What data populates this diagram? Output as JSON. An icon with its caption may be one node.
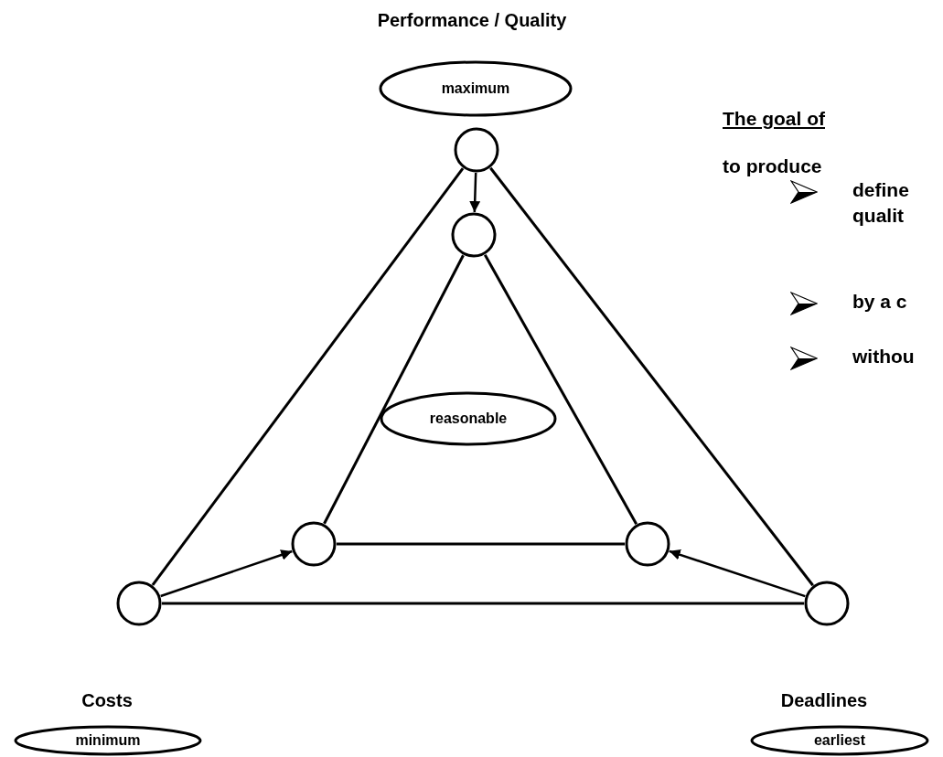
{
  "diagram": {
    "nodes": [
      {
        "text": [
          "maximum"
        ],
        "beside": [
          "Performance / Quality"
        ]
      },
      {
        "text": [],
        "shape": "circle"
      },
      {
        "text": [],
        "shape": "circle"
      },
      {
        "text": [
          "reasonable"
        ]
      },
      {
        "text": [],
        "shape": "circle"
      },
      {
        "text": [],
        "shape": "circle"
      },
      {
        "text": [],
        "shape": "circle"
      },
      {
        "text": [],
        "shape": "circle"
      },
      {
        "text": [
          "minimum"
        ],
        "beside": [
          "Costs"
        ]
      },
      {
        "text": [
          "earliest"
        ],
        "beside": [
          "Deadlines"
        ]
      }
    ],
    "edges": [
      {
        "from": 1,
        "to": 6,
        "arrow": "none"
      },
      {
        "from": 1,
        "to": 7,
        "arrow": "none"
      },
      {
        "from": 6,
        "to": 7,
        "arrow": "none"
      },
      {
        "from": 2,
        "to": 4,
        "arrow": "none"
      },
      {
        "from": 2,
        "to": 5,
        "arrow": "none"
      },
      {
        "from": 4,
        "to": 5,
        "arrow": "none"
      },
      {
        "from": 1,
        "to": 2,
        "arrow": "to"
      },
      {
        "from": 6,
        "to": 4,
        "arrow": "to"
      },
      {
        "from": 7,
        "to": 5,
        "arrow": "to"
      }
    ],
    "labels": [
      "The goal of",
      "to produce",
      "define",
      "qualit",
      "by a c",
      "withou"
    ]
  }
}
